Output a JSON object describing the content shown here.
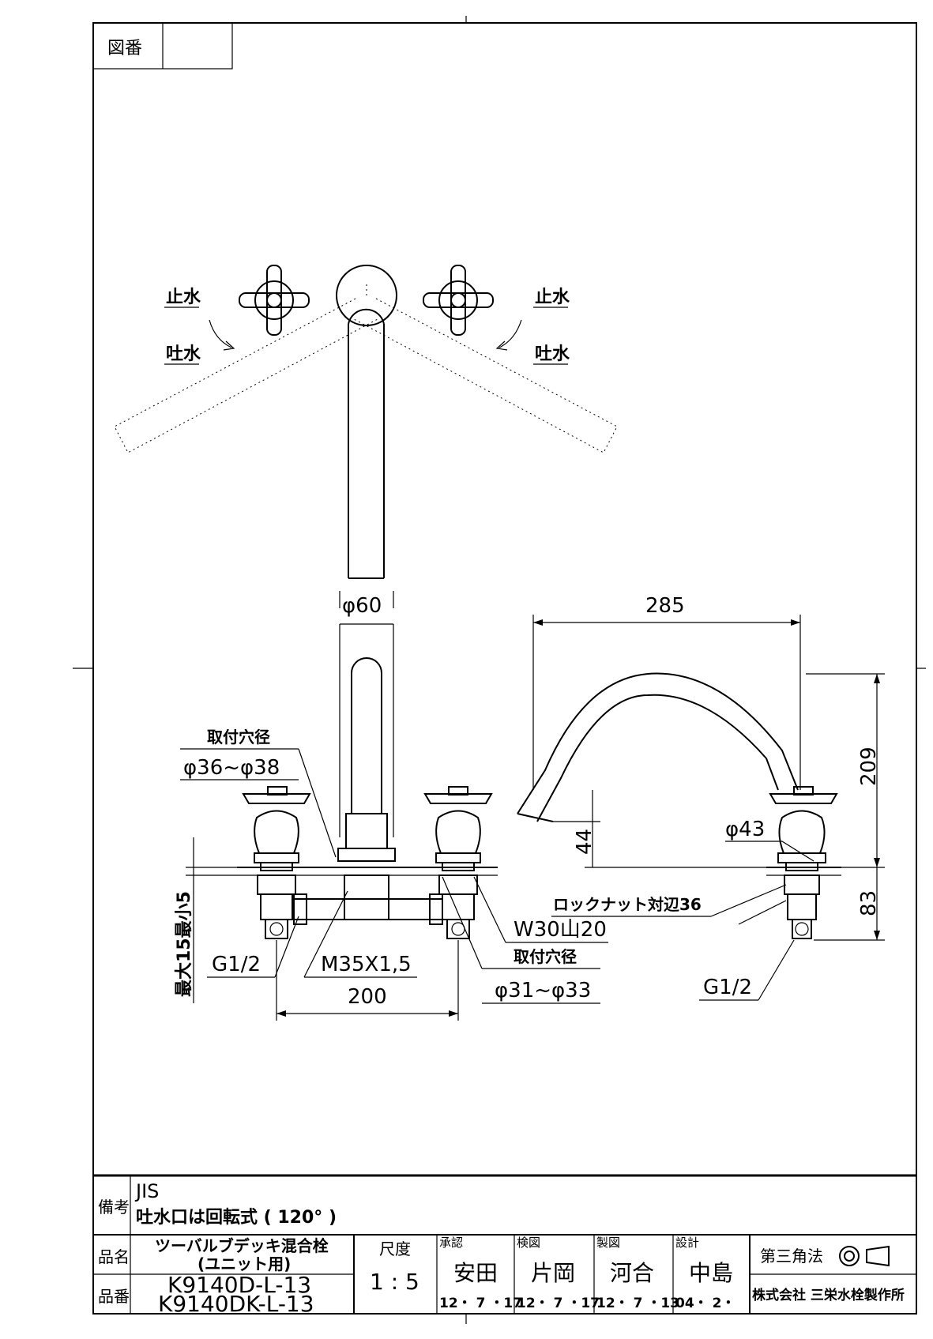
{
  "drawing_number": {
    "label": "図番",
    "value": ""
  },
  "top_view": {
    "left_stop": "止水",
    "left_discharge": "吐水",
    "right_stop": "止水",
    "right_discharge": "吐水"
  },
  "dimensions": {
    "spout_dia": "φ60",
    "reach": "285",
    "height": "209",
    "spout_low": "44",
    "base_height": "83",
    "handle_dia": "φ43",
    "center_distance": "200",
    "mount_hole_label": "取付穴径",
    "mount_hole_value": "φ36~φ38",
    "mount_hole2_label": "取付穴径",
    "mount_hole2_value": "φ31~φ33",
    "thread_left": "G1/2",
    "thread_right": "G1/2",
    "nipple_thread": "M35X1,5",
    "nut_thread": "W30山20",
    "locknut": "ロックナット対辺36",
    "deck_thickness": "最大15最小5"
  },
  "notes": {
    "label": "備考",
    "line1": "JIS",
    "line2": "吐水口は回転式 ( 120° )"
  },
  "title_block": {
    "name_label": "品名",
    "name_line1": "ツーバルブデッキ混合栓",
    "name_line2": "(ユニット用)",
    "number_label": "品番",
    "number_line1": "K9140D-L-13",
    "number_line2": "K9140DK-L-13",
    "scale_label": "尺度",
    "scale_value": "1 : 5",
    "approved_label": "承認",
    "approved_name": "安田",
    "approved_date": "12・ 7 ・17",
    "checked_label": "検図",
    "checked_name": "片岡",
    "checked_date": "12・ 7 ・17",
    "drawn_label": "製図",
    "drawn_name": "河合",
    "drawn_date": "12・ 7 ・13",
    "design_label": "設計",
    "design_name": "中島",
    "design_date": "04・ 2・",
    "projection_label": "第三角法",
    "company": "株式会社 三栄水栓製作所"
  }
}
